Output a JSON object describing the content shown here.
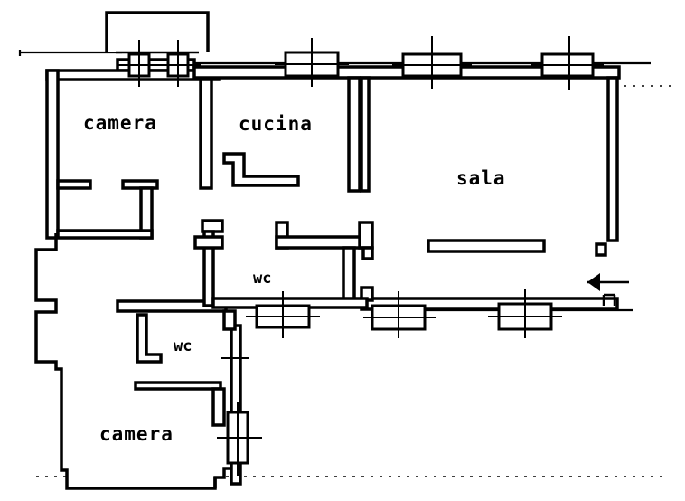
{
  "plan": {
    "rooms": [
      {
        "key": "camera_top",
        "label": "camera"
      },
      {
        "key": "cucina",
        "label": "cucina"
      },
      {
        "key": "sala",
        "label": "sala"
      },
      {
        "key": "wc_center",
        "label": "wc"
      },
      {
        "key": "wc_lower",
        "label": "wc"
      },
      {
        "key": "camera_bottom",
        "label": "camera"
      }
    ],
    "icons": {
      "entrance": "entrance-arrow-icon"
    },
    "colors": {
      "ink": "#000000",
      "paper": "#ffffff"
    }
  }
}
